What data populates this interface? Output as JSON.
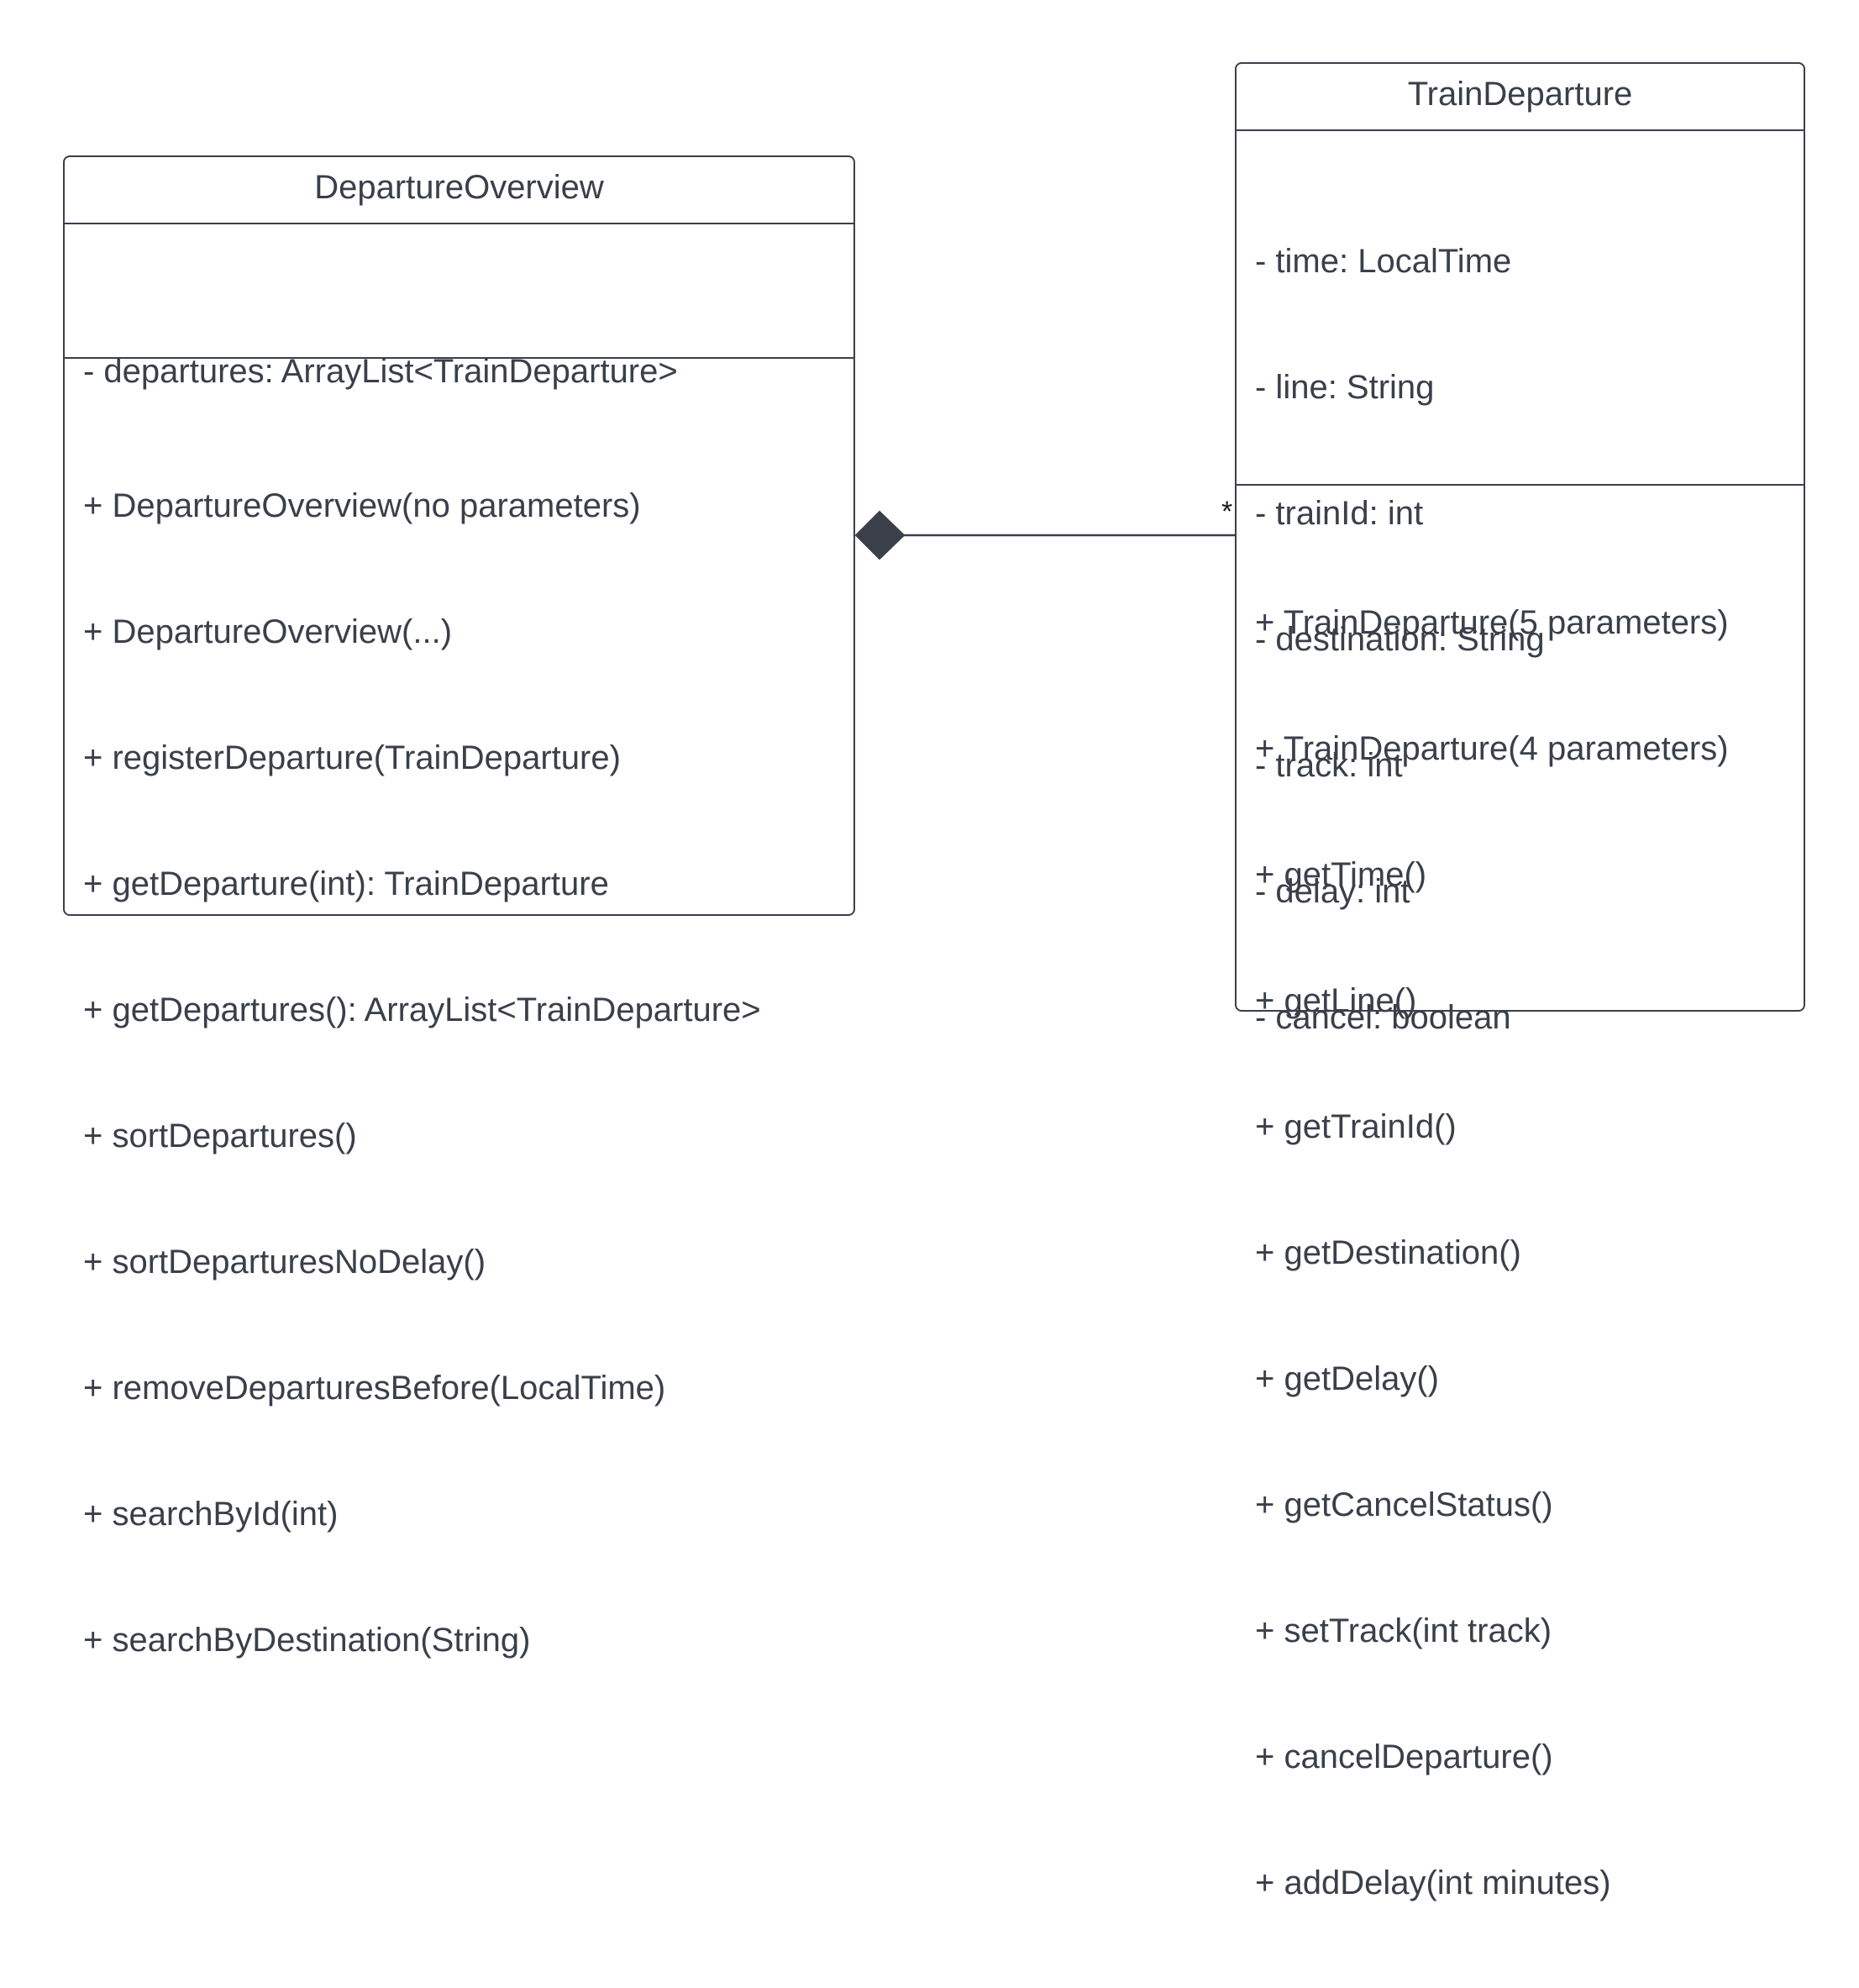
{
  "classes": {
    "departure_overview": {
      "name": "DepartureOverview",
      "attributes": [
        "- departures: ArrayList<TrainDeparture>"
      ],
      "methods": [
        "+ DepartureOverview(no parameters)",
        "+ DepartureOverview(...)",
        "+ registerDeparture(TrainDeparture)",
        "+ getDeparture(int): TrainDeparture",
        "+ getDepartures(): ArrayList<TrainDeparture>",
        "+ sortDepartures()",
        "+ sortDeparturesNoDelay()",
        "+ removeDeparturesBefore(LocalTime)",
        "+ searchById(int)",
        "+ searchByDestination(String)"
      ]
    },
    "train_departure": {
      "name": "TrainDeparture",
      "attributes": [
        "- time: LocalTime",
        "- line: String",
        "- trainId: int",
        "- destination: String",
        "- track: int",
        "- delay: int",
        "- cancel: boolean"
      ],
      "methods": [
        "+ TrainDeparture(5 parameters)",
        "+ TrainDeparture(4 parameters)",
        "+ getTime()",
        "+ getLine()",
        "+ getTrainId()",
        "+ getDestination()",
        "+ getDelay()",
        "+ getCancelStatus()",
        "+ setTrack(int track)",
        "+ cancelDeparture()",
        "+ addDelay(int minutes)"
      ]
    }
  },
  "relation": {
    "type": "composition",
    "multiplicity_target": "*"
  },
  "colors": {
    "line": "#3a3f4a",
    "background": "#ffffff"
  }
}
